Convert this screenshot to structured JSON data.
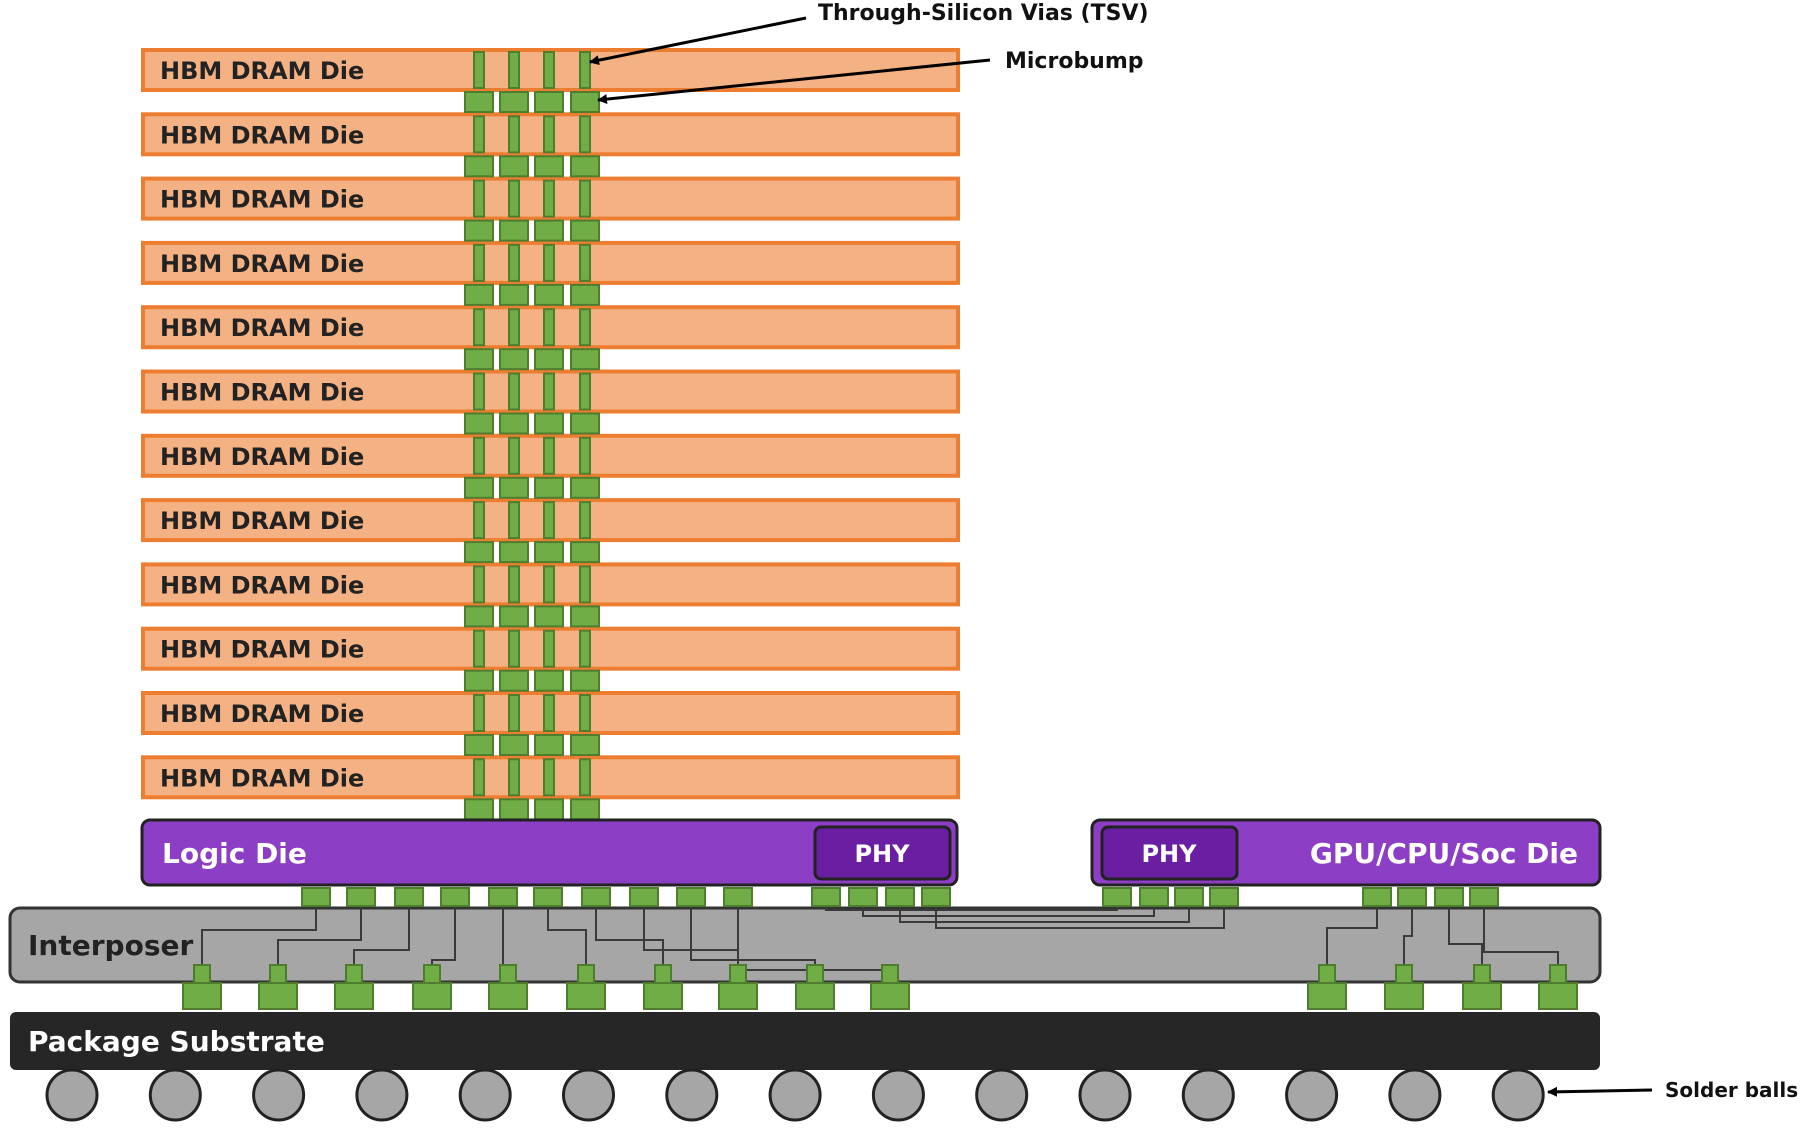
{
  "hbm_stack": {
    "die_label": "HBM DRAM Die",
    "die_count": 12
  },
  "logic_die": {
    "label": "Logic Die",
    "phy_label": "PHY"
  },
  "gpu_die": {
    "label": "GPU/CPU/Soc Die",
    "phy_label": "PHY"
  },
  "interposer": {
    "label": "Interposer"
  },
  "substrate": {
    "label": "Package Substrate"
  },
  "callouts": {
    "tsv": "Through-Silicon Vias (TSV)",
    "microbump": "Microbump",
    "solder_balls": "Solder balls"
  },
  "colors": {
    "dram_fill": "#f4b183",
    "dram_stroke": "#ed7d31",
    "bump_fill": "#70ad47",
    "bump_stroke": "#4e7d2e",
    "die_purple": "#8c3fc4",
    "phy_purple": "#6a1fa3",
    "interposer": "#a6a6a6",
    "substrate": "#262626",
    "solder": "#a6a6a6"
  }
}
